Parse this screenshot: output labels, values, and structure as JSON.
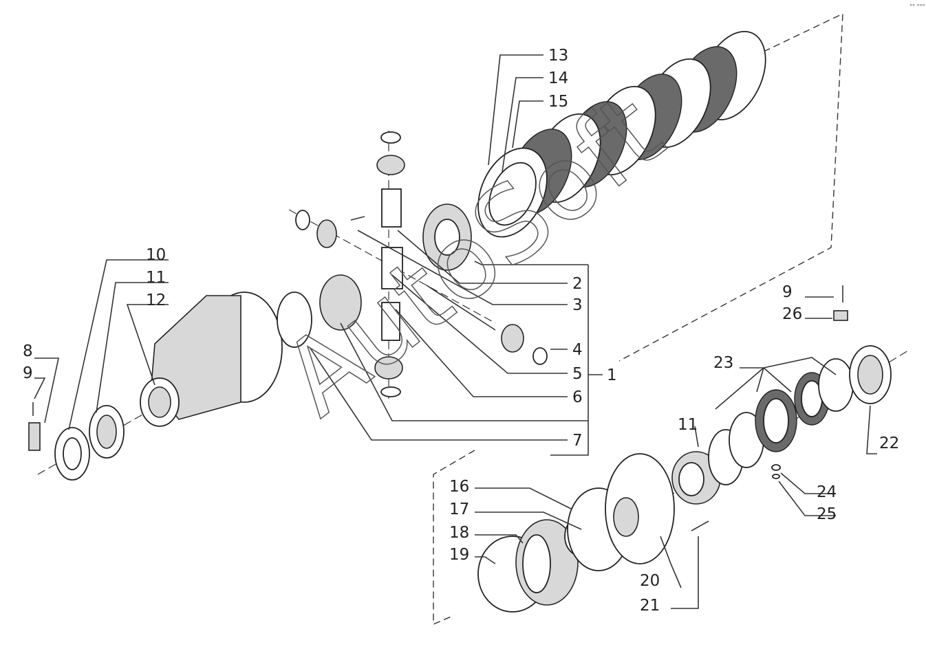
{
  "watermark": "AutoSoft",
  "corner_mark": "°° °°°",
  "labels": {
    "l1": "1",
    "l2": "2",
    "l3": "3",
    "l4": "4",
    "l5": "5",
    "l6": "6",
    "l7": "7",
    "l8": "8",
    "l9a": "9",
    "l9b": "9",
    "l10": "10",
    "l11a": "11",
    "l11b": "11",
    "l12": "12",
    "l13": "13",
    "l14": "14",
    "l15": "15",
    "l16": "16",
    "l17": "17",
    "l18": "18",
    "l19": "19",
    "l20": "20",
    "l21": "21",
    "l22": "22",
    "l23": "23",
    "l24": "24",
    "l25": "25",
    "l26": "26"
  }
}
